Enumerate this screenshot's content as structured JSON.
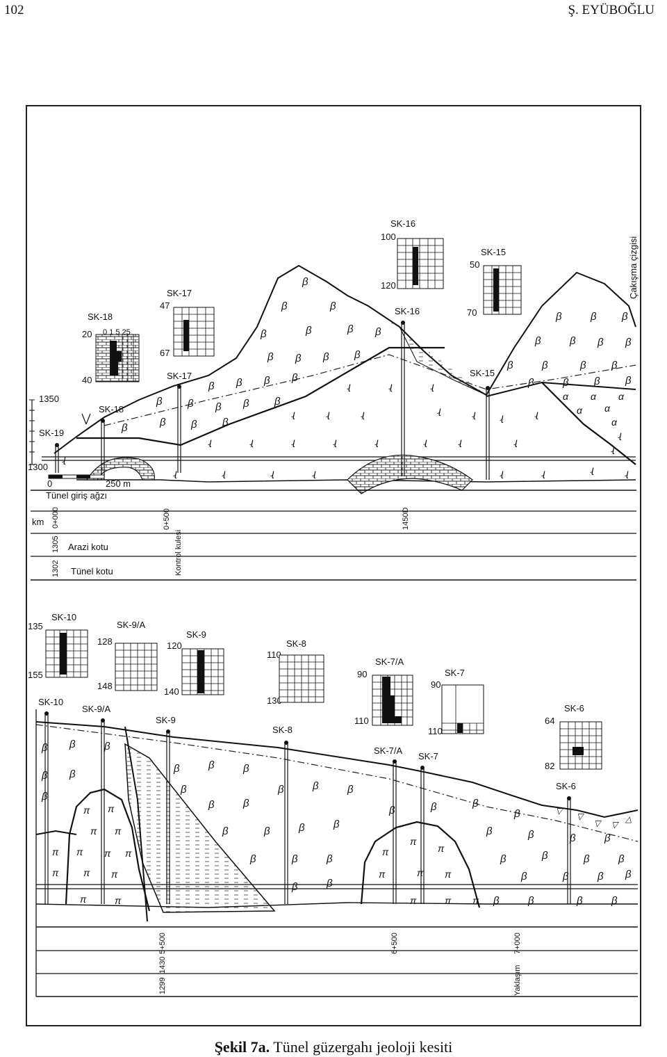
{
  "header": {
    "page_number": "102",
    "author": "Ş. EYÜBOĞLU"
  },
  "caption": {
    "label": "Şekil 7a.",
    "text": " Tünel güzergahı jeoloji kesiti"
  },
  "upper_section": {
    "boreholes": [
      {
        "id": "SK-19"
      },
      {
        "id": "SK-18",
        "top": "20",
        "bottom": "40",
        "scale": "0  1  5  25"
      },
      {
        "id": "SK-17",
        "top": "47",
        "bottom": "67"
      },
      {
        "id": "SK-16",
        "top": "100",
        "bottom": "120"
      },
      {
        "id": "SK-15",
        "top": "50",
        "bottom": "70"
      }
    ],
    "elevation_labels": [
      "1350",
      "1300"
    ],
    "scale_bar": {
      "start": "0",
      "end": "250 m"
    },
    "tunnel_portal": "Tünel giriş ağzı",
    "line_label": "Çakışma çizgisi",
    "rows": {
      "km": "km",
      "arazi": "Arazi kotu",
      "tunel": "Tünel kotu"
    },
    "vertical_labels": [
      "0+000",
      "1305",
      "1302",
      "0+500",
      "Kontrol kulesi",
      "1450D"
    ]
  },
  "lower_section": {
    "boreholes": [
      {
        "id": "SK-10",
        "top": "135",
        "bottom": "155"
      },
      {
        "id": "SK-9/A",
        "top": "128",
        "bottom": "148"
      },
      {
        "id": "SK-9",
        "top": "120",
        "bottom": "140"
      },
      {
        "id": "SK-8",
        "top": "110",
        "bottom": "130"
      },
      {
        "id": "SK-7/A",
        "top": "90",
        "bottom": "110"
      },
      {
        "id": "SK-7",
        "top": "90",
        "bottom": "110"
      },
      {
        "id": "SK-6",
        "top": "64",
        "bottom": "82"
      }
    ],
    "vertical_labels": [
      "5+500",
      "1430",
      "1299",
      "6+500",
      "7+000",
      "Yaklaşım"
    ]
  }
}
